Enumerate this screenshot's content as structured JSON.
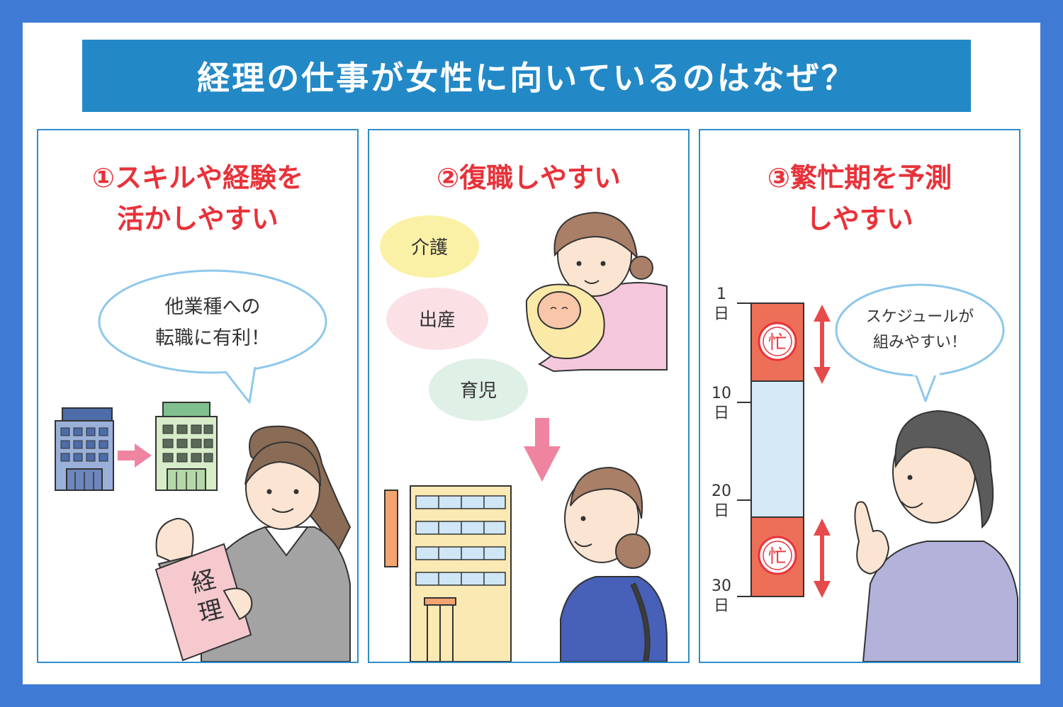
{
  "title": "経理の仕事が女性に向いているのはなぜ？",
  "panels": [
    {
      "title_line1": "①スキルや経験を",
      "title_line2": "活かしやすい",
      "bubble_line1": "他業種への",
      "bubble_line2": "転職に有利！",
      "document_label": "経理",
      "document_char1": "経",
      "document_char2": "理"
    },
    {
      "title_line1": "②復職しやすい",
      "reasons": [
        "介護",
        "出産",
        "育児"
      ]
    },
    {
      "title_line1": "③繁忙期を予測",
      "title_line2": "しやすい",
      "bubble_line1": "スケジュールが",
      "bubble_line2": "組みやすい！",
      "day_labels": [
        {
          "num": "1",
          "unit": "日"
        },
        {
          "num": "10",
          "unit": "日"
        },
        {
          "num": "20",
          "unit": "日"
        },
        {
          "num": "30",
          "unit": "日"
        }
      ],
      "busy_mark": "忙"
    }
  ],
  "colors": {
    "background": "#3f7bd5",
    "banner": "#2389c6",
    "panel_border": "#2f8dc8",
    "title_red": "#e8323a",
    "busy_red": "#ee6f57",
    "calm_blue": "#d5e9f7"
  }
}
